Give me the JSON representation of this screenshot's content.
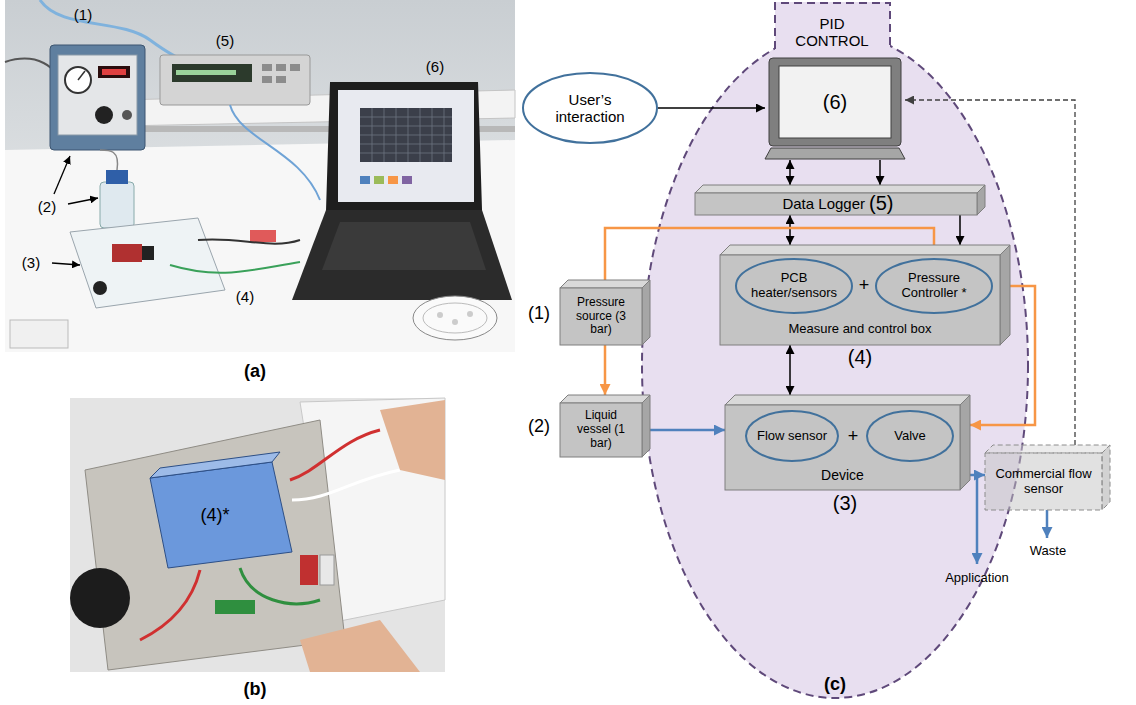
{
  "diagram": {
    "nodes": [
      {
        "text": [
          "PID CONTROL"
        ]
      },
      {
        "text": [
          "User’s interaction"
        ]
      },
      {
        "text": [
          "(6)"
        ],
        "in": 0
      },
      {
        "text": [
          "Data Logger",
          "(5)"
        ],
        "in": 0
      },
      {
        "text": [
          "Measure and control box",
          "(4)"
        ],
        "in": 0
      },
      {
        "text": [
          "PCB heater/sensors"
        ],
        "in": 4
      },
      {
        "text": [
          "Pressure Controller *"
        ],
        "in": 4
      },
      {
        "text": [
          "Pressure source (3 bar)",
          "(1)"
        ]
      },
      {
        "text": [
          "Liquid vessel (1 bar)",
          "(2)"
        ]
      },
      {
        "text": [
          "Device",
          "(3)"
        ],
        "in": 0
      },
      {
        "text": [
          "Flow sensor"
        ],
        "in": 9
      },
      {
        "text": [
          "Valve"
        ],
        "in": 9
      },
      {
        "text": [
          "Commercial flow sensor"
        ]
      }
    ],
    "edges": [
      {
        "from": 1,
        "to": 2,
        "arrow": "to"
      },
      {
        "from": 2,
        "to": 3,
        "arrow": "both"
      },
      {
        "from": 2,
        "to": 3,
        "arrow": "to"
      },
      {
        "from": 3,
        "to": 4,
        "arrow": "both"
      },
      {
        "from": 3,
        "to": 4,
        "arrow": "to"
      },
      {
        "from": 7,
        "to": 6,
        "arrow": "to"
      },
      {
        "from": 7,
        "to": 8,
        "arrow": "to"
      },
      {
        "from": 6,
        "to": 9,
        "arrow": "to"
      },
      {
        "from": 4,
        "to": 9,
        "arrow": "both"
      },
      {
        "from": 8,
        "to": 9,
        "arrow": "to"
      },
      {
        "from": 9,
        "to": 12,
        "arrow": "to"
      },
      {
        "from": 12,
        "to": 2,
        "arrow": "to"
      }
    ],
    "labels": [
      "(1)",
      "(5)",
      "(6)",
      "(2)",
      "(3)",
      "(4)",
      "(a)",
      "(4)*",
      "(b)",
      "(c)",
      "+",
      "+",
      "Application",
      "Waste"
    ]
  }
}
